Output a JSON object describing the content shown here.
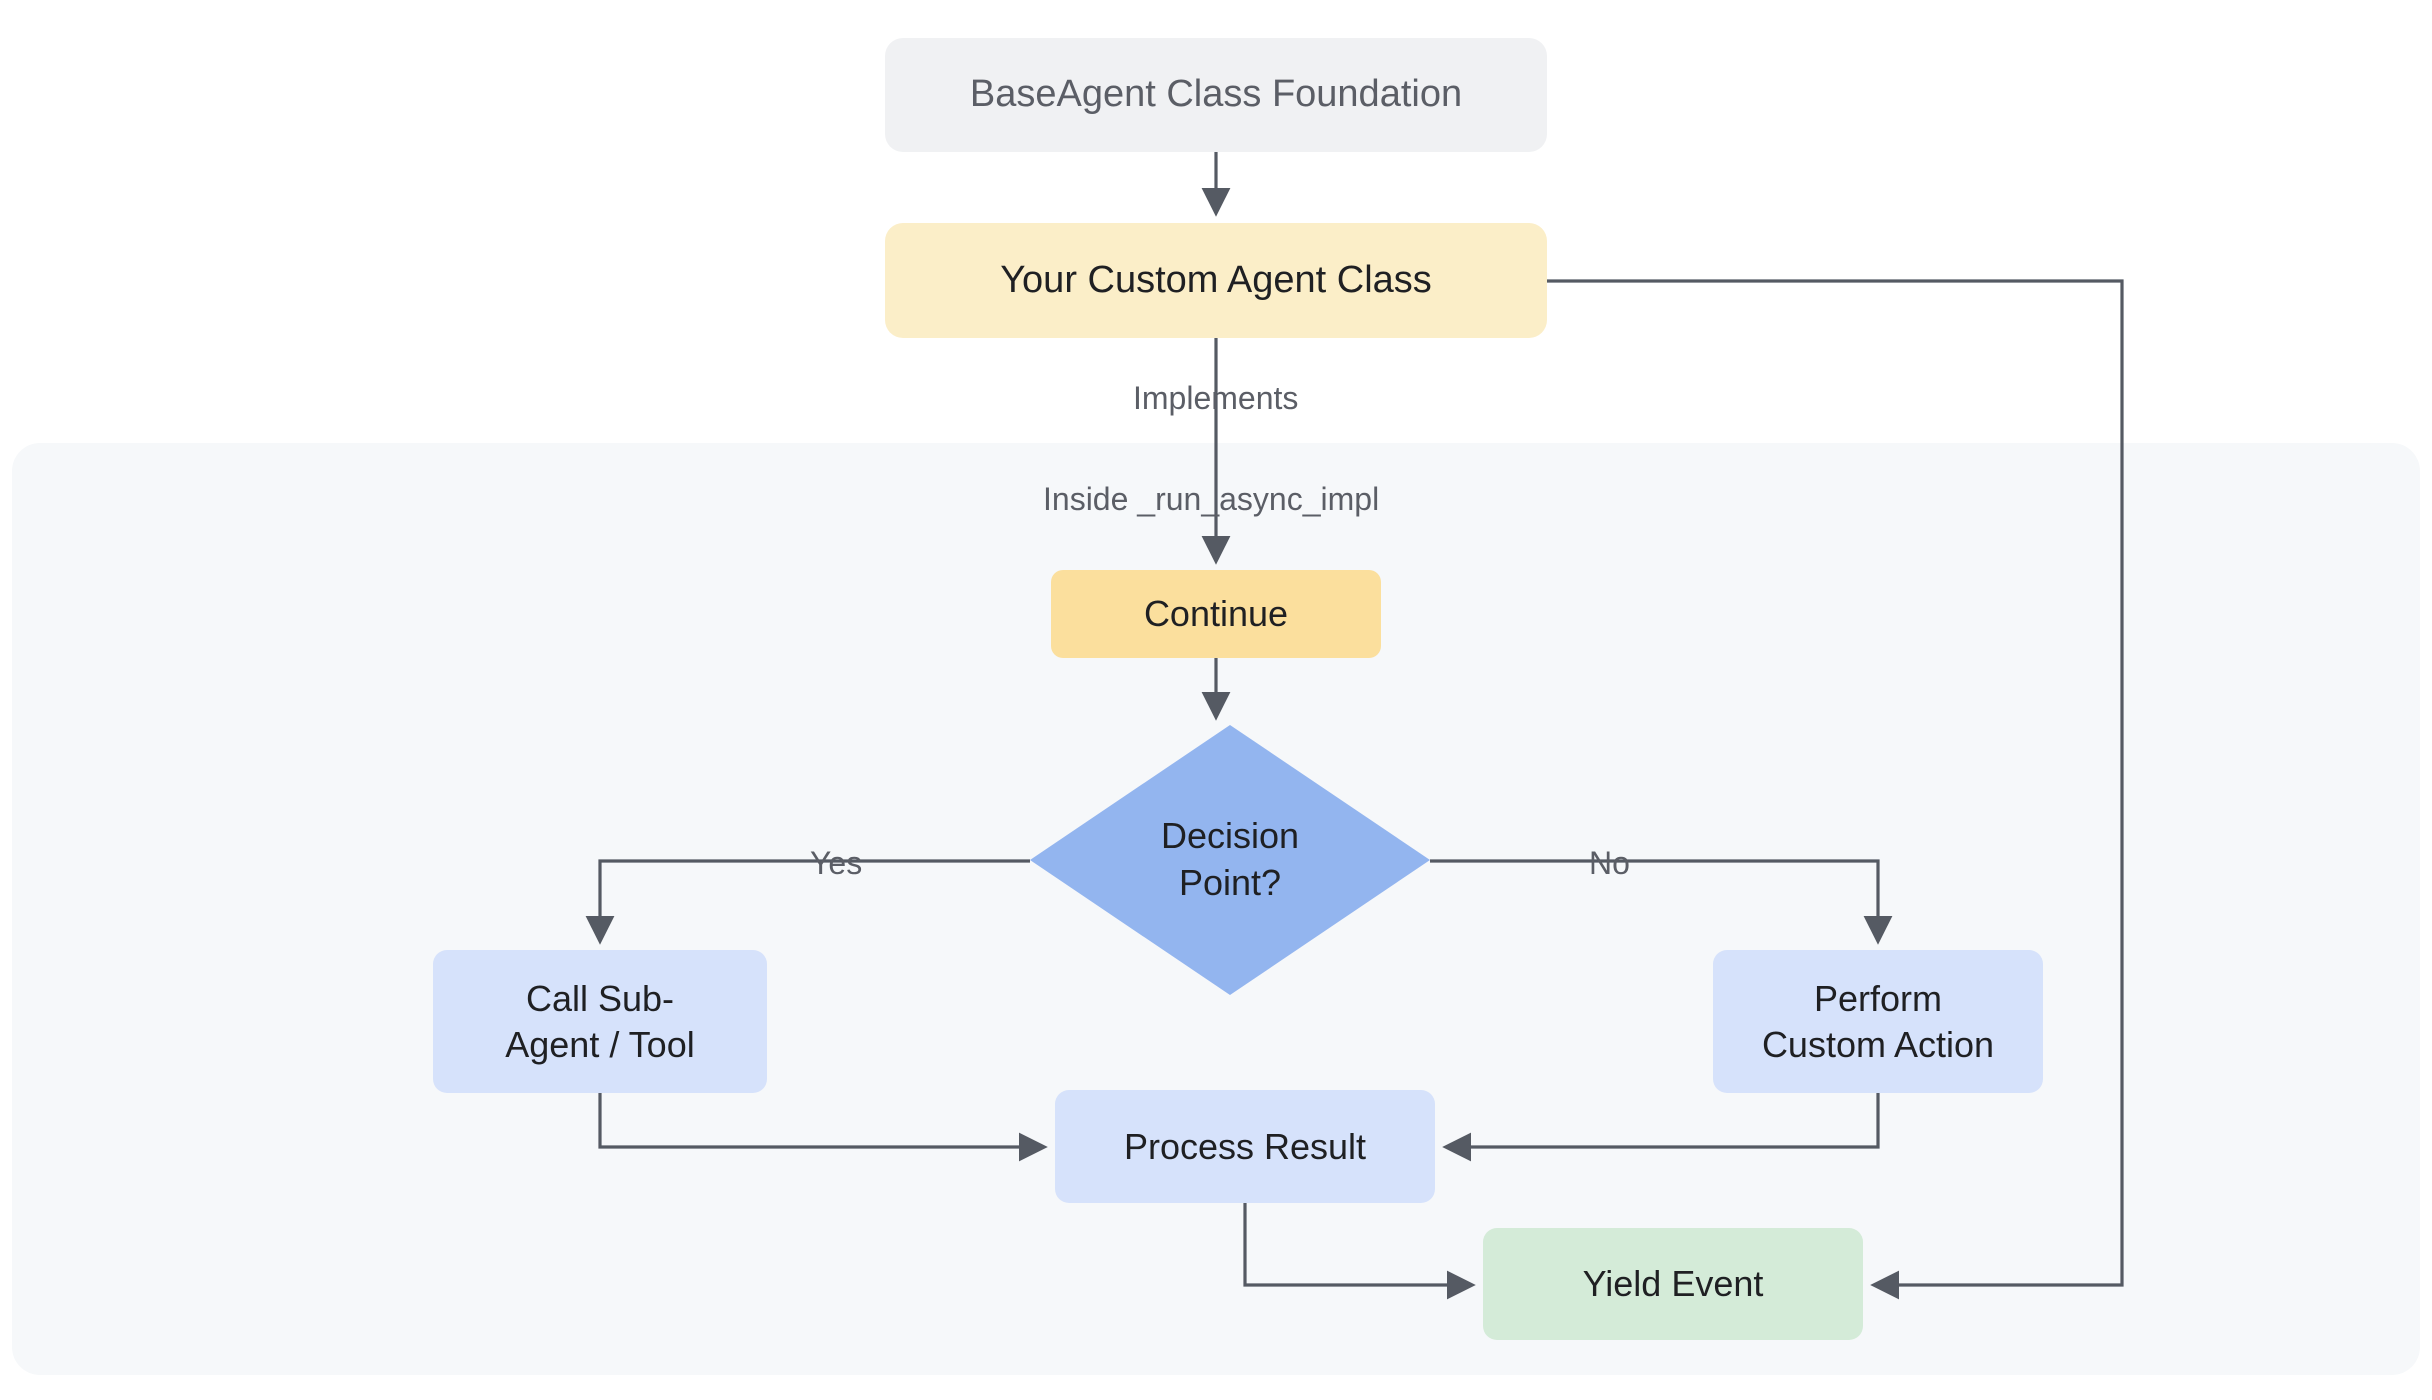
{
  "diagram": {
    "type": "flowchart",
    "direction": "top-down",
    "background": "#ffffff",
    "subgraph": {
      "name": "run-async-impl-container",
      "label": "",
      "fill": "#f6f8fa"
    },
    "palette": {
      "gray_node": "#f0f1f3",
      "gray_node_text": "#5b5e66",
      "cream_node": "#fbeec8",
      "amber_node": "#fbdf9d",
      "blue_decision": "#93b5ef",
      "blue_node": "#d6e2fb",
      "green_node": "#d4ebd8",
      "edge_stroke": "#555a63",
      "text": "#1f2023"
    },
    "nodes": [
      {
        "id": "base",
        "label": "BaseAgent Class Foundation",
        "shape": "rounded-rect",
        "fill": "#f0f1f3"
      },
      {
        "id": "custom",
        "label": "Your Custom Agent Class",
        "shape": "rounded-rect",
        "fill": "#fbeec8"
      },
      {
        "id": "continue",
        "label": "Continue",
        "shape": "rounded-rect",
        "fill": "#fbdf9d"
      },
      {
        "id": "decision",
        "label": "Decision\nPoint?",
        "shape": "diamond",
        "fill": "#93b5ef"
      },
      {
        "id": "callsub",
        "label": "Call Sub-\nAgent / Tool",
        "shape": "rounded-rect",
        "fill": "#d6e2fb"
      },
      {
        "id": "perform",
        "label": "Perform\nCustom Action",
        "shape": "rounded-rect",
        "fill": "#d6e2fb"
      },
      {
        "id": "process",
        "label": "Process Result",
        "shape": "rounded-rect",
        "fill": "#d6e2fb"
      },
      {
        "id": "yield",
        "label": "Yield Event",
        "shape": "rounded-rect",
        "fill": "#d4ebd8"
      }
    ],
    "node_text": {
      "base": "BaseAgent Class Foundation",
      "custom": "Your Custom Agent Class",
      "continue": "Continue",
      "decision_line1": "Decision",
      "decision_line2": "Point?",
      "callsub_line1": "Call Sub-",
      "callsub_line2": "Agent / Tool",
      "perform_line1": "Perform",
      "perform_line2": "Custom Action",
      "process": "Process Result",
      "yield": "Yield Event"
    },
    "edges": [
      {
        "from": "base",
        "to": "custom",
        "label": ""
      },
      {
        "from": "custom",
        "to": "continue",
        "label": "Implements"
      },
      {
        "from": "custom",
        "to": "continue",
        "label": "Inside _run_async_impl"
      },
      {
        "from": "continue",
        "to": "decision",
        "label": ""
      },
      {
        "from": "decision",
        "to": "callsub",
        "label": "Yes"
      },
      {
        "from": "decision",
        "to": "perform",
        "label": "No"
      },
      {
        "from": "callsub",
        "to": "process",
        "label": ""
      },
      {
        "from": "perform",
        "to": "process",
        "label": ""
      },
      {
        "from": "process",
        "to": "yield",
        "label": ""
      },
      {
        "from": "custom",
        "to": "yield",
        "label": ""
      }
    ],
    "edge_labels": {
      "implements": "Implements",
      "inside": "Inside _run_async_impl",
      "yes": "Yes",
      "no": "No"
    }
  }
}
